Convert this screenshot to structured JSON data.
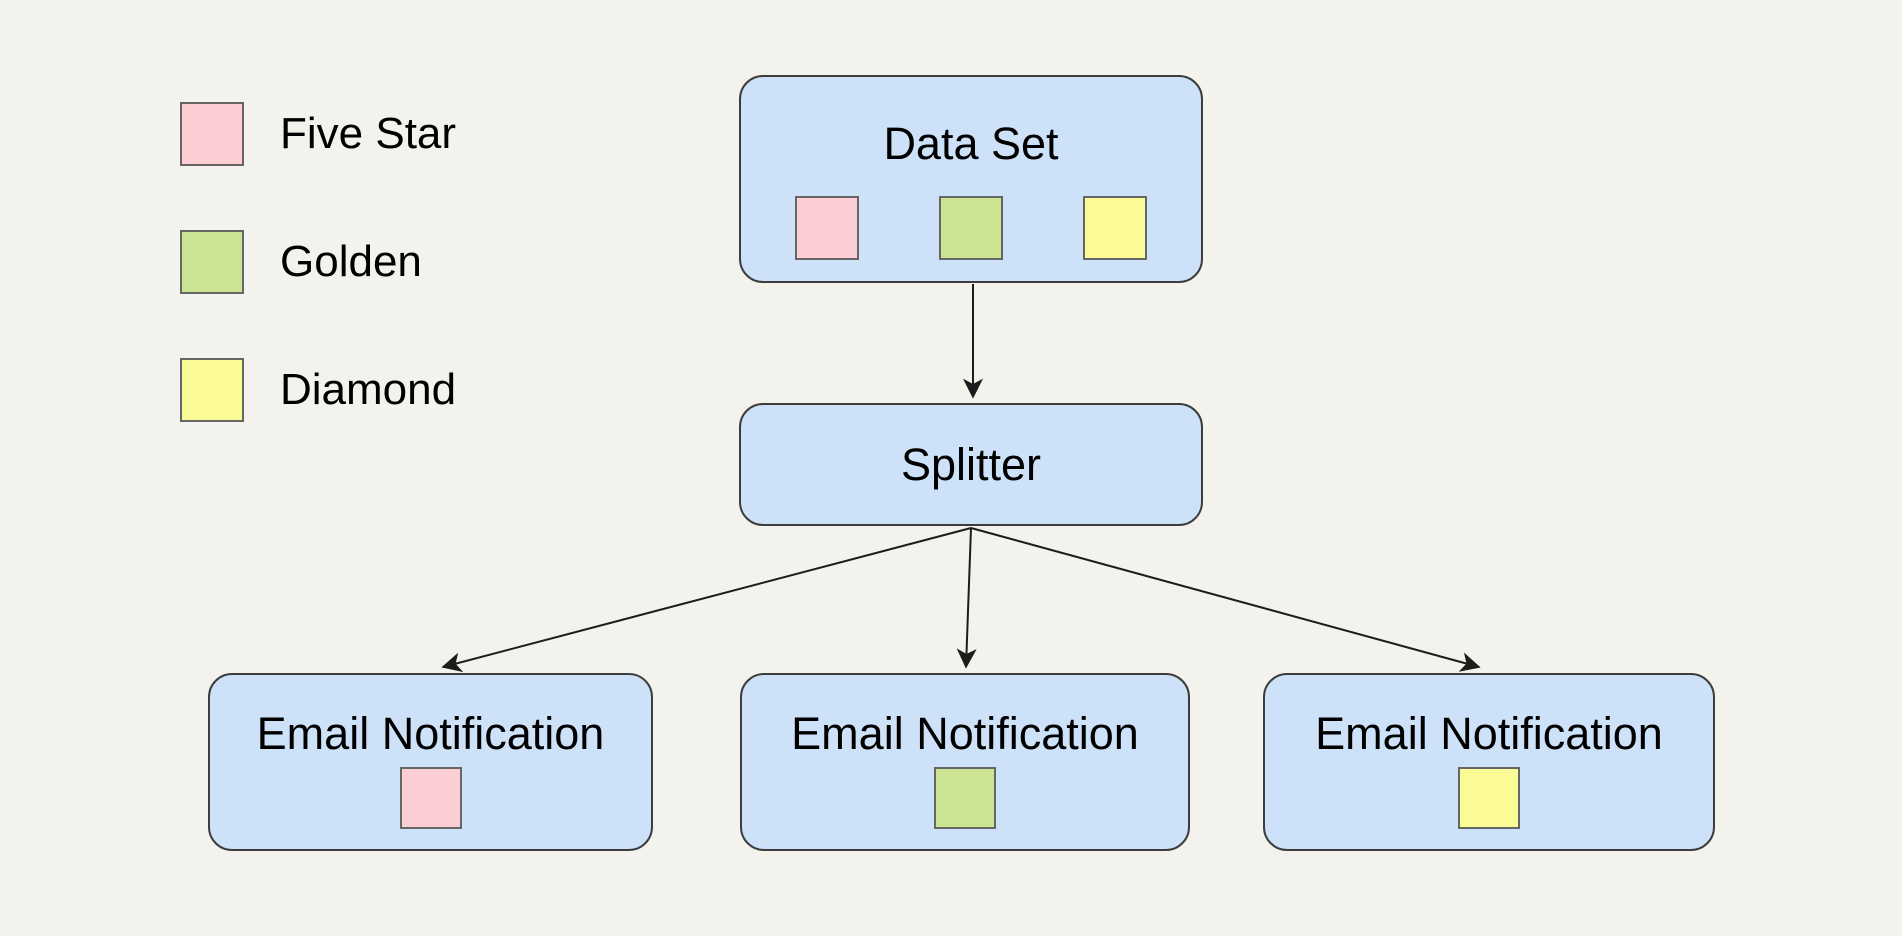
{
  "canvas": {
    "background_color": "#f3f2ed",
    "node_fill_color": "#cde2f8",
    "node_border_color": "#3d3d3d",
    "arrow_color": "#1c1c1c",
    "swatch_border_color": "#666666"
  },
  "legend": {
    "items": [
      {
        "label": "Five Star",
        "color": "#fccdd3"
      },
      {
        "label": "Golden",
        "color": "#cbe492"
      },
      {
        "label": "Diamond",
        "color": "#fbfb95"
      }
    ]
  },
  "diagram": {
    "nodes": {
      "data_set": {
        "label": "Data Set",
        "swatch_colors": [
          "#fccdd3",
          "#cbe492",
          "#fbfb95"
        ]
      },
      "splitter": {
        "label": "Splitter"
      },
      "email_1": {
        "label": "Email Notification",
        "swatch_color": "#fccdd3"
      },
      "email_2": {
        "label": "Email Notification",
        "swatch_color": "#cbe492"
      },
      "email_3": {
        "label": "Email Notification",
        "swatch_color": "#fbfb95"
      }
    },
    "edges": [
      {
        "from": "data_set",
        "to": "splitter"
      },
      {
        "from": "splitter",
        "to": "email_1"
      },
      {
        "from": "splitter",
        "to": "email_2"
      },
      {
        "from": "splitter",
        "to": "email_3"
      }
    ]
  }
}
